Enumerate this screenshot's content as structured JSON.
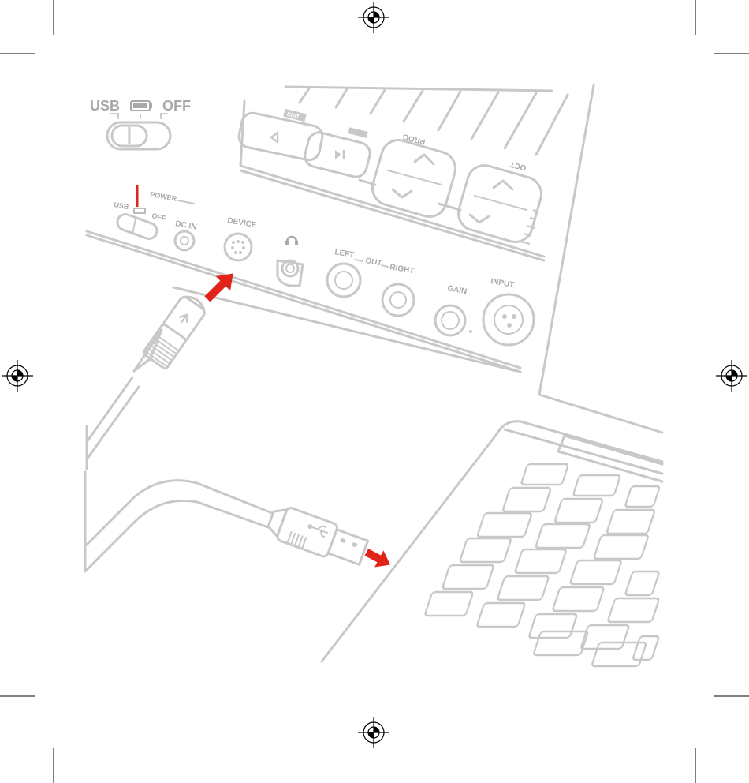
{
  "switch_inset": {
    "usb_label": "USB",
    "off_label": "OFF",
    "battery_icon": "battery-icon"
  },
  "panel": {
    "power_label": "POWER",
    "switch_usb_label": "USB",
    "switch_off_label": "OFF",
    "dc_in_label": "DC IN",
    "device_label": "DEVICE",
    "left_label": "LEFT",
    "out_label": "OUT",
    "right_label": "RIGHT",
    "gain_label": "GAIN",
    "input_label": "INPUT",
    "prog_label": "PROG",
    "oct_label": "OCT",
    "edit_label": "EDIT"
  },
  "colors": {
    "accent": "#e2231a",
    "line": "#c8c8c8",
    "text": "#a8a8a8"
  }
}
